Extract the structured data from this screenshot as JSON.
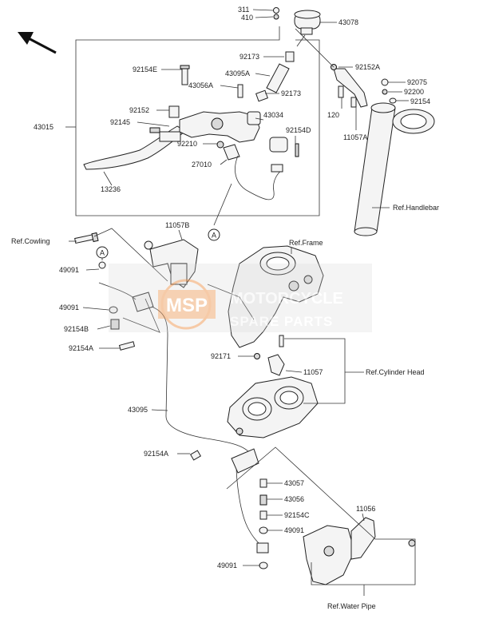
{
  "diagram": {
    "labels": {
      "p311": "311",
      "p410": "410",
      "p43078": "43078",
      "p92173a": "92173",
      "p92152a": "92152A",
      "p92154e": "92154E",
      "p43095a": "43095A",
      "p92075": "92075",
      "p43056a": "43056A",
      "p92173b": "92173",
      "p92200": "92200",
      "p92154": "92154",
      "p43015": "43015",
      "p92152": "92152",
      "p43034": "43034",
      "p120": "120",
      "p11057a": "11057A",
      "p92145": "92145",
      "p92154d": "92154D",
      "p92210": "92210",
      "p27010": "27010",
      "p13236": "13236",
      "ref_handlebar": "Ref.Handlebar",
      "callout_a": "A",
      "p11057b": "11057B",
      "ref_cowling": "Ref.Cowling",
      "ref_frame": "Ref.Frame",
      "callout_a2": "A",
      "p49091a": "49091",
      "p49091b": "49091",
      "p92154b": "92154B",
      "p92154a": "92154A",
      "p92171": "92171",
      "p11057": "11057",
      "ref_cylinder_head": "Ref.Cylinder Head",
      "p43095": "43095",
      "p92154a2": "92154A",
      "p43057": "43057",
      "p11056": "11056",
      "p43056": "43056",
      "p92154c": "92154C",
      "p49091c": "49091",
      "p49091d": "49091",
      "ref_water_pipe": "Ref.Water Pipe"
    },
    "watermark": {
      "logo": "MSP",
      "line1": "MOTORCYCLE",
      "line2": "SPARE PARTS"
    }
  }
}
